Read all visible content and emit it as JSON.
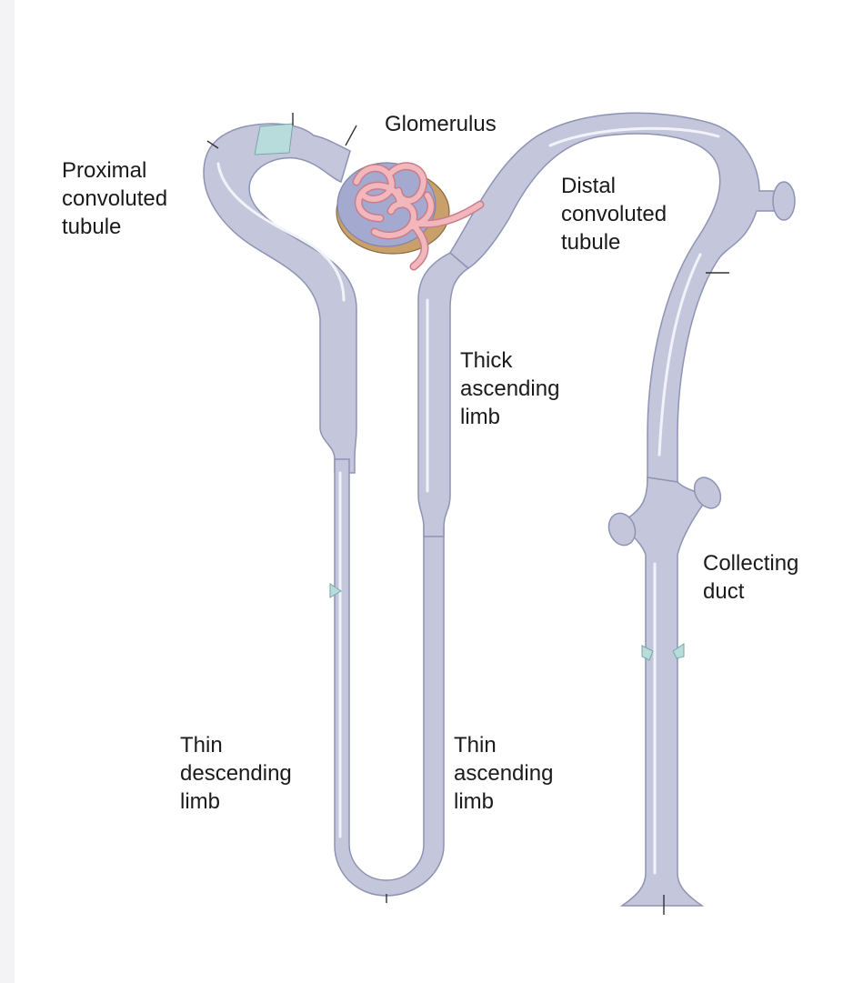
{
  "diagram": {
    "labels": {
      "glomerulus": [
        "Glomerulus"
      ],
      "proximal": [
        "Proximal",
        "convoluted",
        "tubule"
      ],
      "distal": [
        "Distal",
        "convoluted",
        "tubule"
      ],
      "thick_ascending": [
        "Thick",
        "ascending",
        "limb"
      ],
      "collecting_duct": [
        "Collecting",
        "duct"
      ],
      "thin_descending": [
        "Thin",
        "descending",
        "limb"
      ],
      "thin_ascending": [
        "Thin",
        "ascending",
        "limb"
      ]
    },
    "colors": {
      "tubule_fill": "#c4c7dc",
      "tubule_stroke": "#8e93b4",
      "tubule_highlight": "#f2f3fa",
      "capsule_blue": "#a4a9d0",
      "capsule_tan": "#c9a06a",
      "capillary_pink": "#f2b6bd",
      "capillary_stroke": "#c87e88",
      "marker_teal": "#b8dcdc"
    }
  }
}
